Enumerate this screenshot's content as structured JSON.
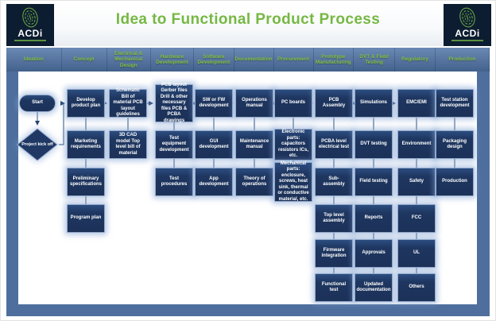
{
  "title": "Idea to Functional Product Process",
  "logo": {
    "name": "ACDi"
  },
  "colors": {
    "accent_green": "#76b843",
    "header_label_green": "#82c13e",
    "node_navy": "#1f3864",
    "band_blue": "#4e6f9e",
    "logo_background": "#0d1d31"
  },
  "columns": [
    {
      "label": "Ideation",
      "nodes": [
        {
          "label": "Start",
          "shape": "oval"
        },
        {
          "label": "Project kick off",
          "shape": "diamond"
        }
      ]
    },
    {
      "label": "Concept",
      "nodes": [
        {
          "label": "Develop product plan"
        },
        {
          "label": "Marketing requirements"
        },
        {
          "label": "Preliminary specifications"
        },
        {
          "label": "Program plan"
        }
      ]
    },
    {
      "label": "Electrical & Mechanical Design",
      "nodes": [
        {
          "label": "Schematic Bill of material PCB layout guidelines"
        },
        {
          "label": "3D CAD model Top level bill of material"
        }
      ]
    },
    {
      "label": "Hardware Development",
      "nodes": [
        {
          "label": "PCB layout Gerber files Drill & other necessary files PCB & PCBA drawings"
        },
        {
          "label": "Test equipment development"
        },
        {
          "label": "Test procedures"
        }
      ]
    },
    {
      "label": "Software Development",
      "nodes": [
        {
          "label": "SW or FW development"
        },
        {
          "label": "GUI development"
        },
        {
          "label": "App development"
        }
      ]
    },
    {
      "label": "Documentation",
      "nodes": [
        {
          "label": "Operations manual"
        },
        {
          "label": "Maintenance manual"
        },
        {
          "label": "Theory of operations"
        }
      ]
    },
    {
      "label": "Procurement",
      "nodes": [
        {
          "label": "PC boards"
        },
        {
          "label": "Electronic parts: capacitors resistors ICs, etc."
        },
        {
          "label": "Mechanical parts: enclosure, screws, heat sink, thermal or conductive material, etc."
        }
      ]
    },
    {
      "label": "Prototype Manufacturing",
      "nodes": [
        {
          "label": "PCB Assembly"
        },
        {
          "label": "PCBA level electrical test"
        },
        {
          "label": "Sub-assembly"
        },
        {
          "label": "Top level assembly"
        },
        {
          "label": "Firmware integration"
        },
        {
          "label": "Functional test"
        }
      ]
    },
    {
      "label": "DVT & Field Testing",
      "nodes": [
        {
          "label": "Simulations"
        },
        {
          "label": "DVT testing"
        },
        {
          "label": "Field testing"
        },
        {
          "label": "Reports"
        },
        {
          "label": "Approvals"
        },
        {
          "label": "Updated documentation"
        }
      ]
    },
    {
      "label": "Regulatory",
      "nodes": [
        {
          "label": "EMC/EMI"
        },
        {
          "label": "Environment"
        },
        {
          "label": "Safety"
        },
        {
          "label": "FCC"
        },
        {
          "label": "UL"
        },
        {
          "label": "Others"
        }
      ]
    },
    {
      "label": "Production",
      "nodes": [
        {
          "label": "Test station development"
        },
        {
          "label": "Packaging design"
        },
        {
          "label": "Production"
        }
      ]
    }
  ]
}
